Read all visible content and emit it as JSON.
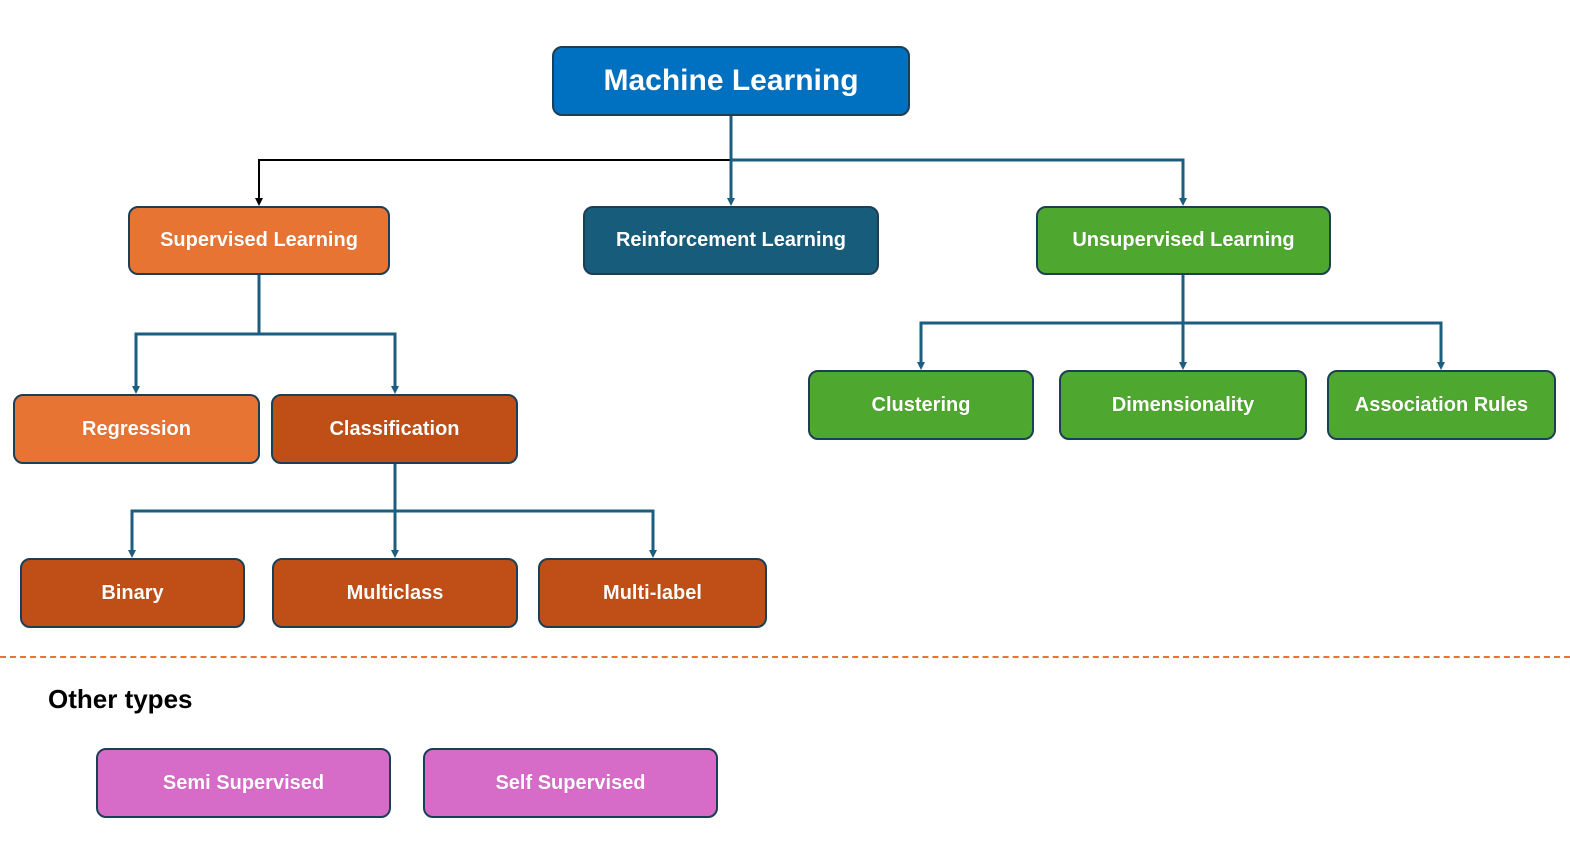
{
  "colors": {
    "root": "#0070c0",
    "supervised": "#e87434",
    "classification": "#bf4f16",
    "reinforcement": "#185c7c",
    "unsupervised": "#4ea72e",
    "other": "#d76cc8",
    "connector": "#1b5e80",
    "connector_black": "#000000",
    "divider": "#e8733a"
  },
  "root": {
    "label": "Machine Learning"
  },
  "level1": {
    "supervised": {
      "label": "Supervised Learning"
    },
    "reinforcement": {
      "label": "Reinforcement Learning"
    },
    "unsupervised": {
      "label": "Unsupervised Learning"
    }
  },
  "supervised_children": {
    "regression": {
      "label": "Regression"
    },
    "classification": {
      "label": "Classification"
    }
  },
  "classification_children": [
    {
      "label": "Binary"
    },
    {
      "label": "Multiclass"
    },
    {
      "label": "Multi-label"
    }
  ],
  "unsupervised_children": [
    {
      "label": "Clustering"
    },
    {
      "label": "Dimensionality"
    },
    {
      "label": "Association Rules"
    }
  ],
  "other_section": {
    "title": "Other types",
    "items": [
      {
        "label": "Semi Supervised"
      },
      {
        "label": "Self Supervised"
      }
    ]
  }
}
